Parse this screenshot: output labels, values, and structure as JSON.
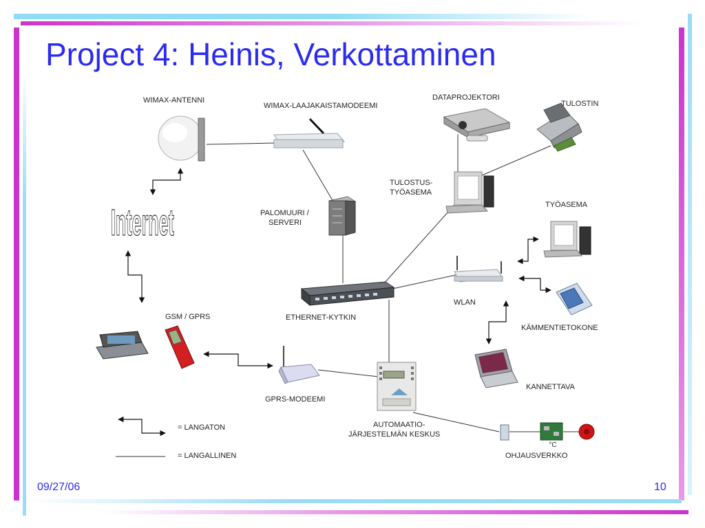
{
  "slide": {
    "title": "Project 4: Heinis, Verkottaminen",
    "date": "09/27/06",
    "page_number": "10"
  },
  "internet_text": "Internet",
  "degree_text": "°C",
  "labels": {
    "wimax_antenni": "WIMAX-ANTENNI",
    "wimax_modeemi": "WIMAX-LAAJAKAISTAMODEEMI",
    "dataprojektori": "DATAPROJEKTORI",
    "tulostin": "TULOSTIN",
    "tulostus_tyoasema_1": "TULOSTUS-",
    "tulostus_tyoasema_2": "TYÖASEMA",
    "palomuuri_1": "PALOMUURI /",
    "palomuuri_2": "SERVERI",
    "tyoasema": "TYÖASEMA",
    "wlan": "WLAN",
    "ethernet_kytkin": "ETHERNET-KYTKIN",
    "gsm_gprs": "GSM / GPRS",
    "kammentietokone": "KÄMMENTIETOKONE",
    "kannettava": "KANNETTAVA",
    "gprs_modeemi": "GPRS-MODEEMI",
    "automaatio_1": "AUTOMAATIO-",
    "automaatio_2": "JÄRJESTELMÄN KESKUS",
    "ohjausverkko": "OHJAUSVERKKO"
  },
  "legend": {
    "wireless": "= LANGATON",
    "wired": "= LANGALLINEN"
  },
  "colors": {
    "title_blue": "#2b2bf0",
    "accent_magenta": "#cc33cc",
    "accent_cyan": "#7fd8f5"
  }
}
